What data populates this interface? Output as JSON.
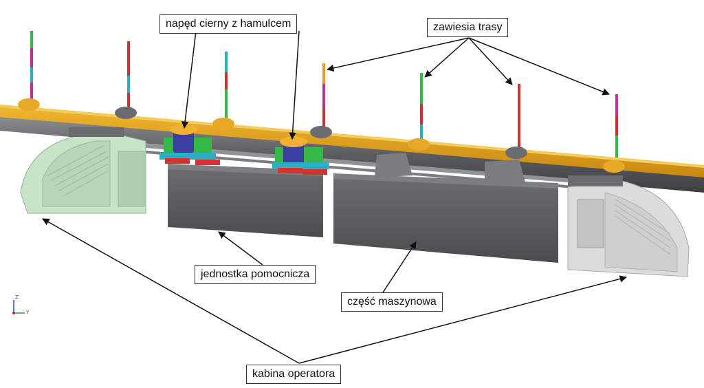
{
  "labels": {
    "drive": "napęd cierny z hamulcem",
    "hangers": "zawiesia trasy",
    "auxiliary": "jednostka pomocnicza",
    "machine": "część maszynowa",
    "cabin": "kabina operatora"
  },
  "axis": {
    "z": "Z",
    "y": "Y"
  },
  "colors": {
    "rail": "#e0a020",
    "beam": "#5f6165",
    "module": "#55575b",
    "cabin_left": "#c8e4c8",
    "cabin_right": "#dcdcdc",
    "drive_blue": "#3a3fa0",
    "drive_green": "#33b84a",
    "brake_red": "#d83030"
  }
}
